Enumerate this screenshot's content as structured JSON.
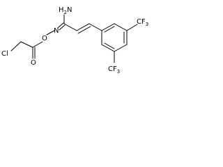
{
  "molecule": {
    "atoms": {
      "chlorine": "Cl",
      "oxygen_carbonyl": "O",
      "oxygen_ester": "O",
      "nitrogen_imine": "N",
      "amine_h": "H",
      "amine_subscript": "2",
      "amine_n": "N",
      "cf3_top": "CF",
      "cf3_top_sub": "3",
      "cf3_bottom": "CF",
      "cf3_bottom_sub": "3"
    }
  }
}
